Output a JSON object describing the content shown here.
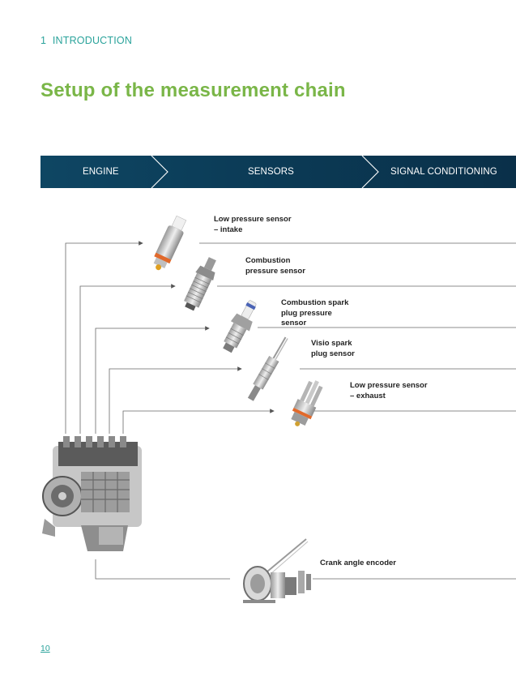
{
  "header": {
    "section_number": "1",
    "section_title": "INTRODUCTION"
  },
  "title": "Setup of the measurement chain",
  "banner": {
    "stages": [
      "ENGINE",
      "SENSORS",
      "SIGNAL CONDITIONING"
    ]
  },
  "sensors": [
    {
      "label": "Low pressure sensor – intake"
    },
    {
      "label": "Combustion pressure sensor"
    },
    {
      "label": "Combustion spark plug pressure sensor"
    },
    {
      "label": "Visio spark plug sensor"
    },
    {
      "label": "Low pressure sensor – exhaust"
    },
    {
      "label": "Crank angle encoder"
    }
  ],
  "footer": {
    "page_number": "10"
  },
  "colors": {
    "accent_green": "#7ab648",
    "accent_teal": "#2aa39b",
    "banner_blue": "#0b3a55"
  }
}
